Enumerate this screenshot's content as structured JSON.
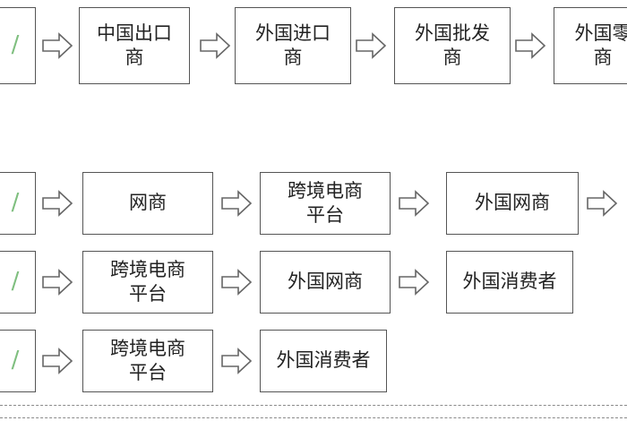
{
  "rows": [
    {
      "id": "traditional",
      "nodes": [
        {
          "lines": [
            "/"
          ]
        },
        {
          "lines": [
            "中国出口",
            "商"
          ]
        },
        {
          "lines": [
            "外国进口",
            "商"
          ]
        },
        {
          "lines": [
            "外国批发",
            "商"
          ]
        },
        {
          "lines": [
            "外国零",
            "商"
          ]
        }
      ]
    },
    {
      "id": "route-a",
      "nodes": [
        {
          "lines": [
            "/"
          ]
        },
        {
          "lines": [
            "网商"
          ]
        },
        {
          "lines": [
            "跨境电商",
            "平台"
          ]
        },
        {
          "lines": [
            "外国网商"
          ]
        }
      ]
    },
    {
      "id": "route-b",
      "nodes": [
        {
          "lines": [
            "/"
          ]
        },
        {
          "lines": [
            "跨境电商",
            "平台"
          ]
        },
        {
          "lines": [
            "外国网商"
          ]
        },
        {
          "lines": [
            "外国消费者"
          ]
        }
      ]
    },
    {
      "id": "route-c",
      "nodes": [
        {
          "lines": [
            "/"
          ]
        },
        {
          "lines": [
            "跨境电商",
            "平台"
          ]
        },
        {
          "lines": [
            "外国消费者"
          ]
        }
      ]
    }
  ],
  "colors": {
    "border": "#555555",
    "arrow": "#666666",
    "slash": "#7fbf7f",
    "dashed": "#8a8a8a"
  }
}
